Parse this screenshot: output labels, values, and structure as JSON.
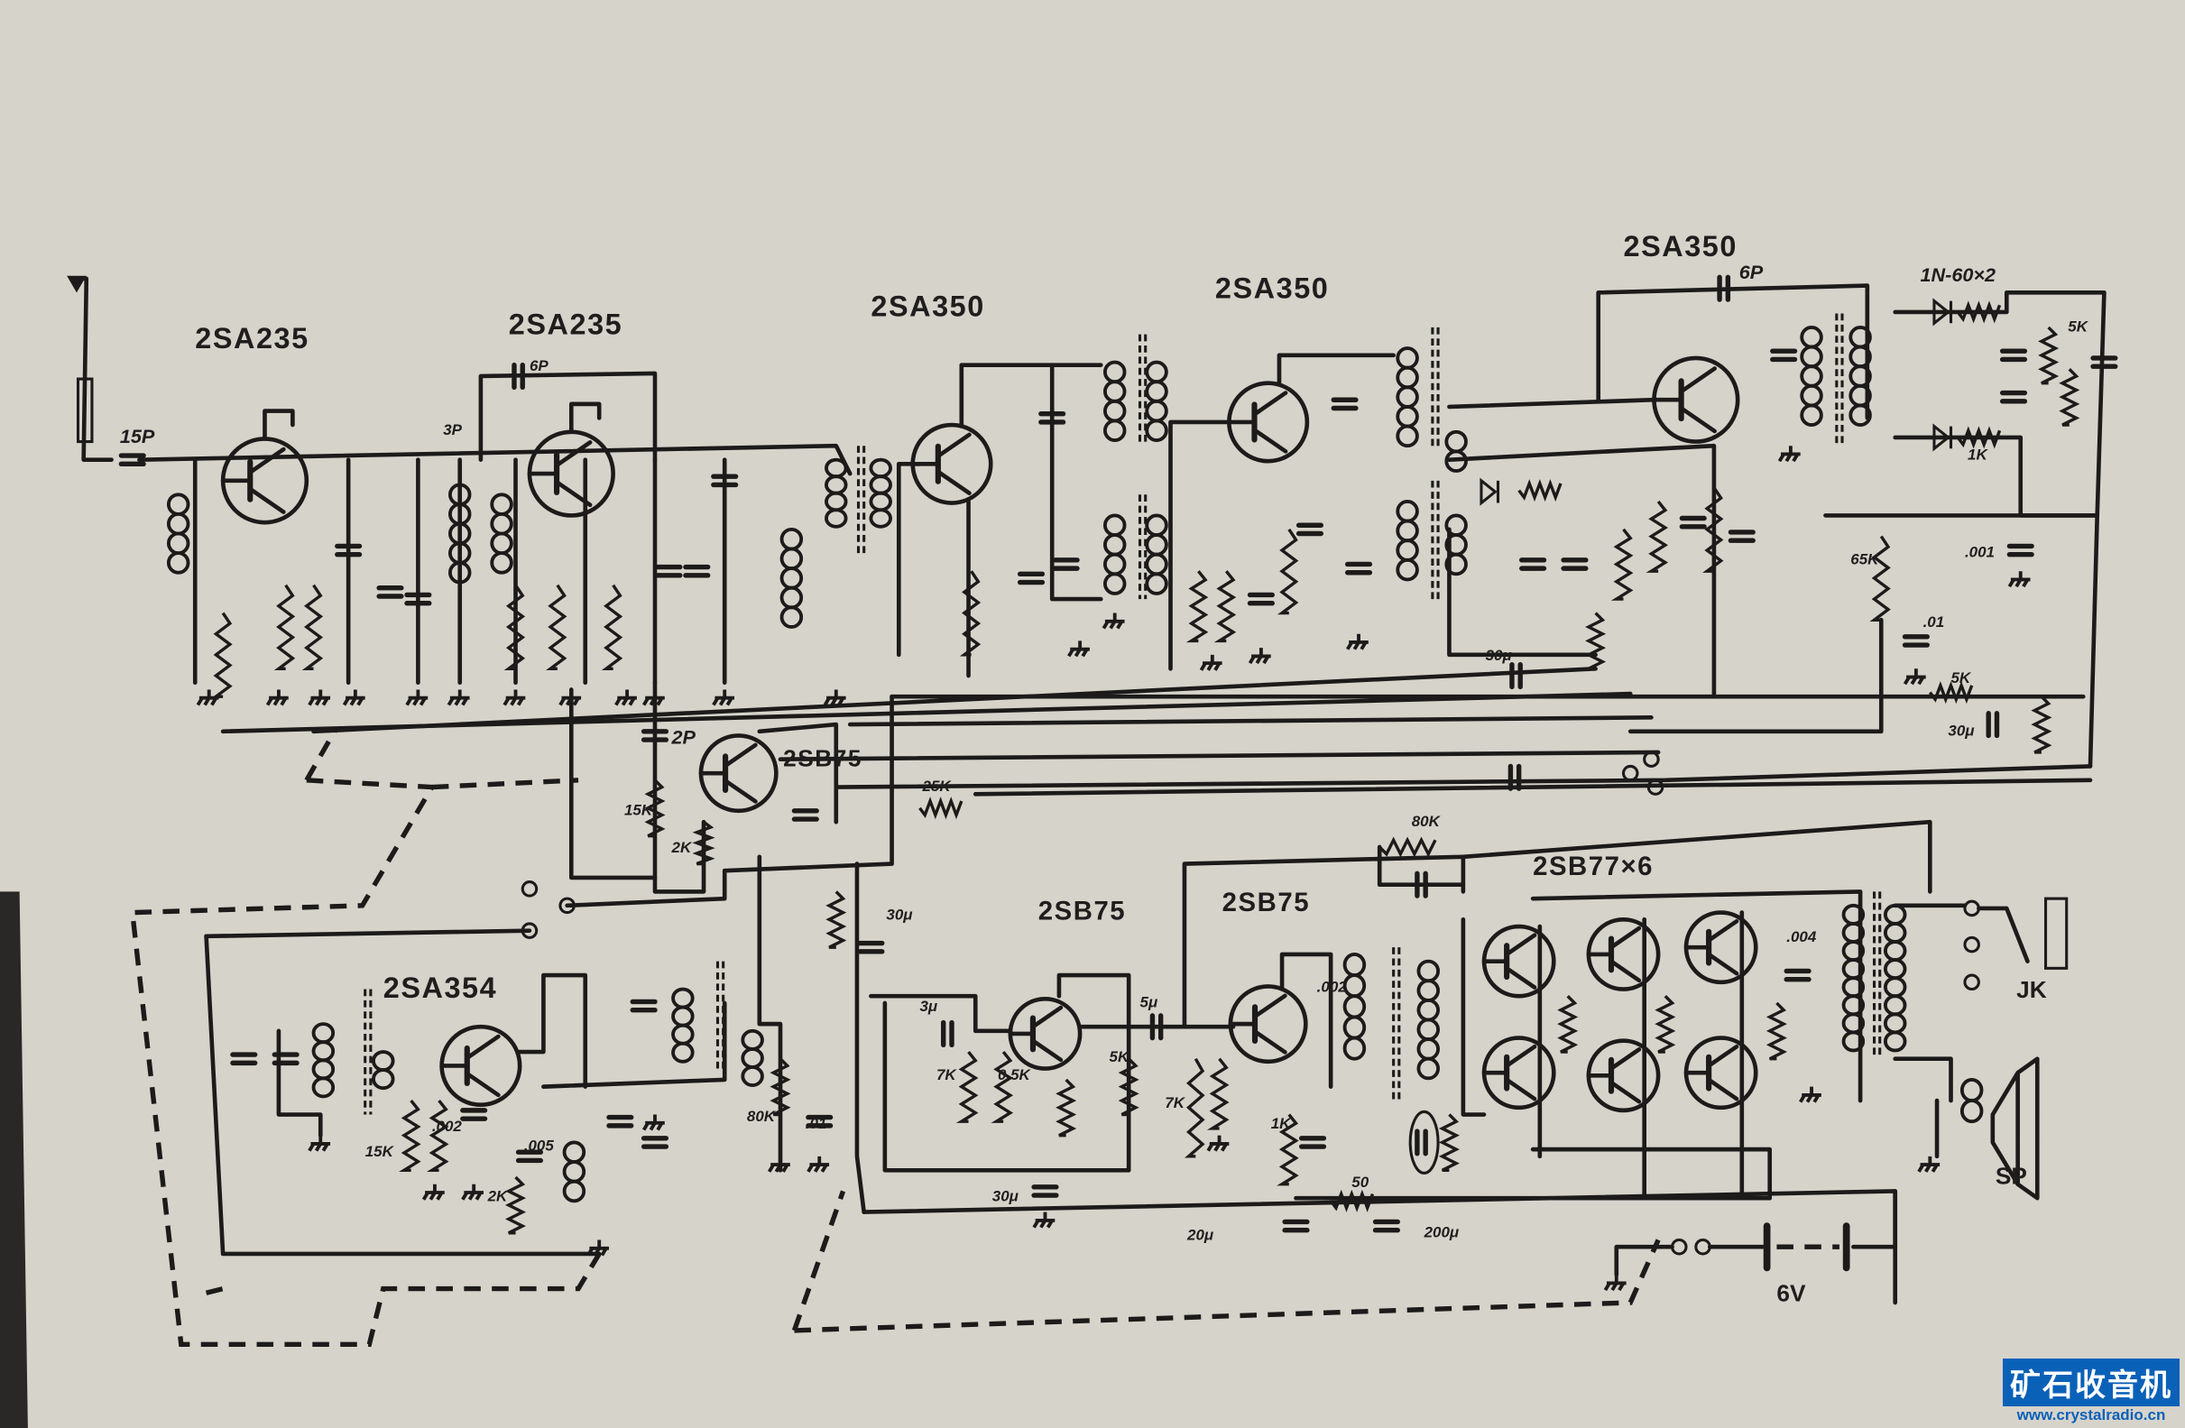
{
  "transistors": {
    "rf_amp_1": "2SA235",
    "rf_amp_2": "2SA235",
    "if_amp_1": "2SA350",
    "if_amp_2": "2SA350",
    "if_amp_3": "2SA350",
    "agc_amp": "2SB75",
    "oscillator": "2SA354",
    "audio_1": "2SB75",
    "audio_2": "2SB75",
    "output_stage": "2SB77×6"
  },
  "components": {
    "antenna_cap": "15P",
    "coupling_cap_rf": "3P",
    "neutral_cap": "6P",
    "agc_cap": "2P",
    "agc_r1": "15K",
    "agc_r2": "2K",
    "agc_r3": "25K",
    "if3_cap": "6P",
    "detector_diodes": "1N-60×2",
    "det_r1": "1K",
    "det_r2": "5K",
    "if3_r": "65K",
    "if3_c1": ".001",
    "if3_c2": ".01",
    "bias_r": "5K",
    "bias_c": "30μ",
    "if_decouple": "30μ",
    "vol_cap": "30μ",
    "audio_c1": "3μ",
    "audio_c2": "5μ",
    "audio_r1": "7K",
    "audio_r2": "0.5K",
    "audio_r3": "5K",
    "audio_c3": "30μ",
    "driver_r1": "7K",
    "driver_r2": "1K",
    "driver_c": ".002",
    "feedback_r": "80K",
    "osc_r": "80K",
    "osc_c": ".01",
    "filter_r": "50",
    "filter_c1": "20μ",
    "filter_c2": "200μ",
    "output_c": ".004",
    "osc_r1": "15K",
    "osc_r2": "2K",
    "osc_c1": ".005",
    "osc_c2": ".002"
  },
  "connectors": {
    "jack": "JK",
    "speaker": "SP",
    "battery": "6V"
  },
  "watermark": {
    "site_name": "矿石收音机",
    "url": "www.crystalradio.cn"
  }
}
